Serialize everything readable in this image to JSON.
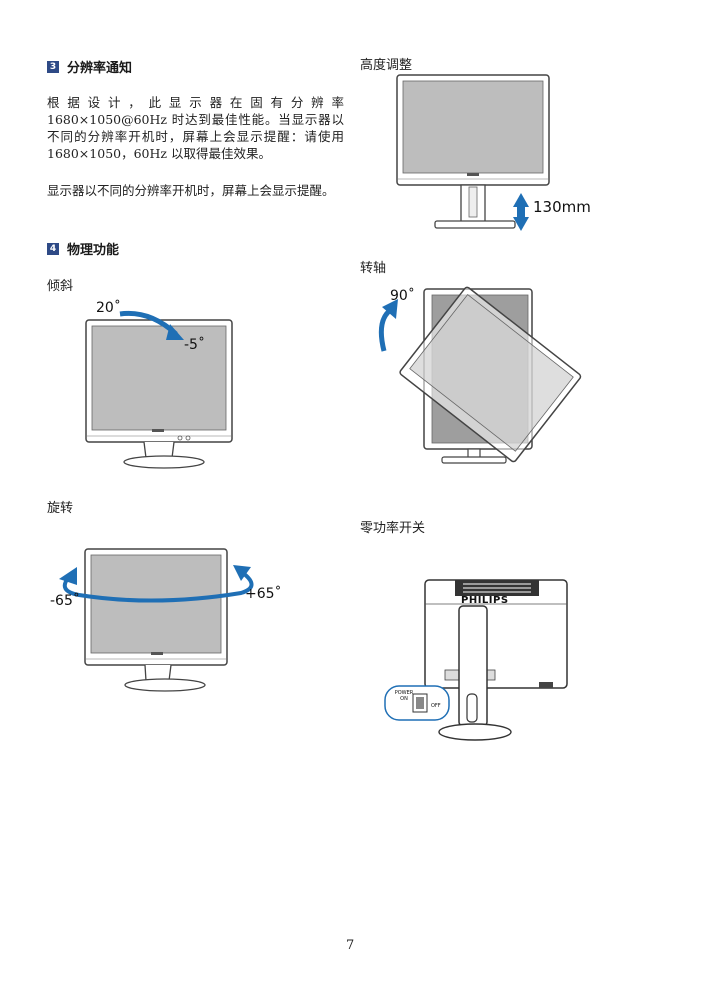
{
  "section3": {
    "number": "3",
    "title": "分辨率通知",
    "paragraph1": "根据设计，此显示器在固有分辨率1680×1050@60Hz 时达到最佳性能。当显示器以不同的分辨率开机时，屏幕上会显示提醒：请使用 1680×1050，60Hz 以取得最佳效果。",
    "paragraph2": "显示器以不同的分辨率开机时，屏幕上会显示提醒。"
  },
  "section4": {
    "number": "4",
    "title": "物理功能"
  },
  "tilt": {
    "label": "倾斜",
    "angle_up": "20˚",
    "angle_down": "-5˚"
  },
  "swivel": {
    "label": "旋转",
    "angle_left": "-65˚",
    "angle_right": "+65˚"
  },
  "height": {
    "label": "高度调整",
    "value": "130mm"
  },
  "pivot": {
    "label": "转轴",
    "angle": "90˚"
  },
  "zero_power": {
    "label": "零功率开关",
    "brand": "PHILIPS",
    "switch_label": "POWER ON",
    "switch_off": "OFF"
  },
  "footer": {
    "page_number": "7"
  },
  "colors": {
    "accent_blue": "#1f6fb5",
    "section_box": "#2e4a86"
  }
}
